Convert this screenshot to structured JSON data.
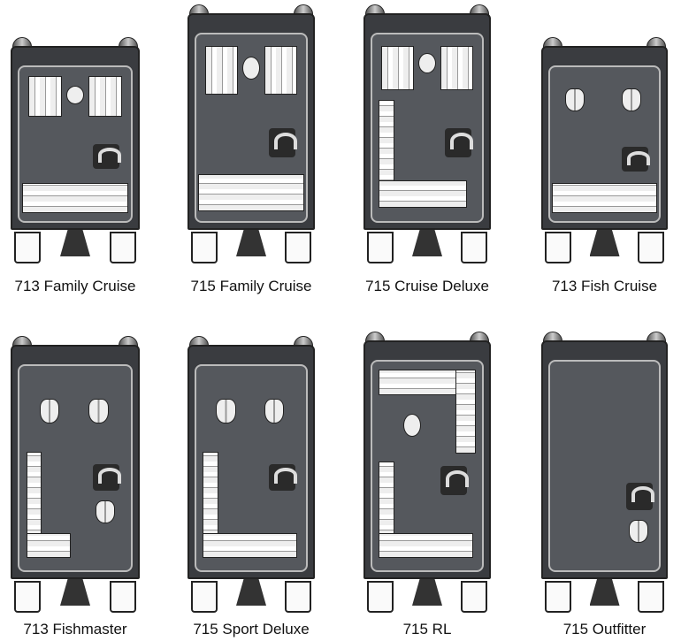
{
  "boats": [
    {
      "name": "713 Family Cruise",
      "features": [
        "front-lounge-seats",
        "table",
        "helm",
        "rear-bench"
      ]
    },
    {
      "name": "715 Family Cruise",
      "features": [
        "front-lounge-seats",
        "table",
        "helm",
        "rear-bench"
      ]
    },
    {
      "name": "715 Cruise Deluxe",
      "features": [
        "front-lounge-seats",
        "table",
        "helm",
        "l-sofa"
      ]
    },
    {
      "name": "713 Fish Cruise",
      "features": [
        "fishing-chairs",
        "helm",
        "rear-bench"
      ]
    },
    {
      "name": "713 Fishmaster",
      "features": [
        "fishing-chairs",
        "l-sofa",
        "helm",
        "helm-chair"
      ]
    },
    {
      "name": "715 Sport Deluxe",
      "features": [
        "fishing-chairs",
        "l-sofa",
        "helm"
      ]
    },
    {
      "name": "715 RL",
      "features": [
        "front-l-sofa",
        "table",
        "rear-l-sofa",
        "helm"
      ]
    },
    {
      "name": "715 Outfitter",
      "features": [
        "open-deck",
        "helm",
        "helm-chair"
      ]
    }
  ]
}
